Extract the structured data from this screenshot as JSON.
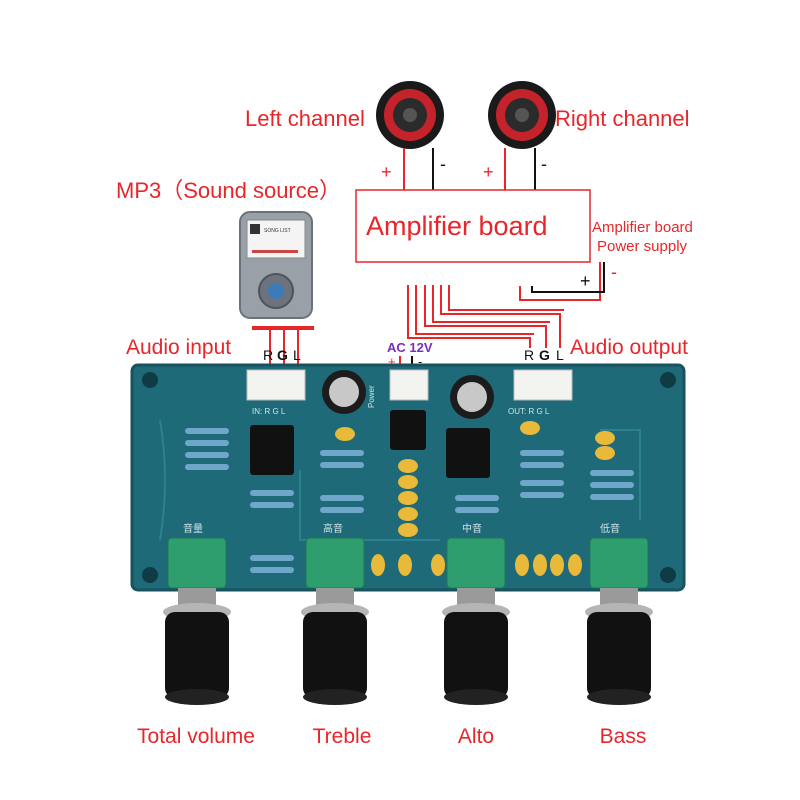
{
  "speakers": {
    "left": {
      "label": "Left channel",
      "plus": "+",
      "minus": "-"
    },
    "right": {
      "label": "Right channel",
      "plus": "+",
      "minus": "-"
    }
  },
  "amplifier": {
    "title": "Amplifier board",
    "power_line1": "Amplifier board",
    "power_line2": "Power supply",
    "plus": "+",
    "minus": "-"
  },
  "source": {
    "label": "MP3（Sound source）",
    "screen_text": "SONG LIST"
  },
  "audio_input": {
    "label": "Audio input",
    "pins": [
      "R",
      "G",
      "L"
    ]
  },
  "audio_output": {
    "label": "Audio output",
    "pins": [
      "R",
      "G",
      "L"
    ]
  },
  "power": {
    "label": "AC 12V",
    "plus": "+",
    "minus": "-"
  },
  "pcb": {
    "silk_in": "IN: R  G  L",
    "silk_out": "OUT: R  G  L",
    "silk_power": "Power",
    "silk_volume": "音量",
    "silk_treble": "高音",
    "silk_mid": "中音",
    "silk_bass": "低音"
  },
  "knobs": [
    {
      "label": "Total volume"
    },
    {
      "label": "Treble"
    },
    {
      "label": "Alto"
    },
    {
      "label": "Bass"
    }
  ],
  "colors": {
    "accent": "#e8262a",
    "pcb": "#1f6a78",
    "pcb_edge": "#17525e",
    "pot": "#2f9e6e",
    "knob": "#111111",
    "power_label": "#7a2fb8"
  }
}
